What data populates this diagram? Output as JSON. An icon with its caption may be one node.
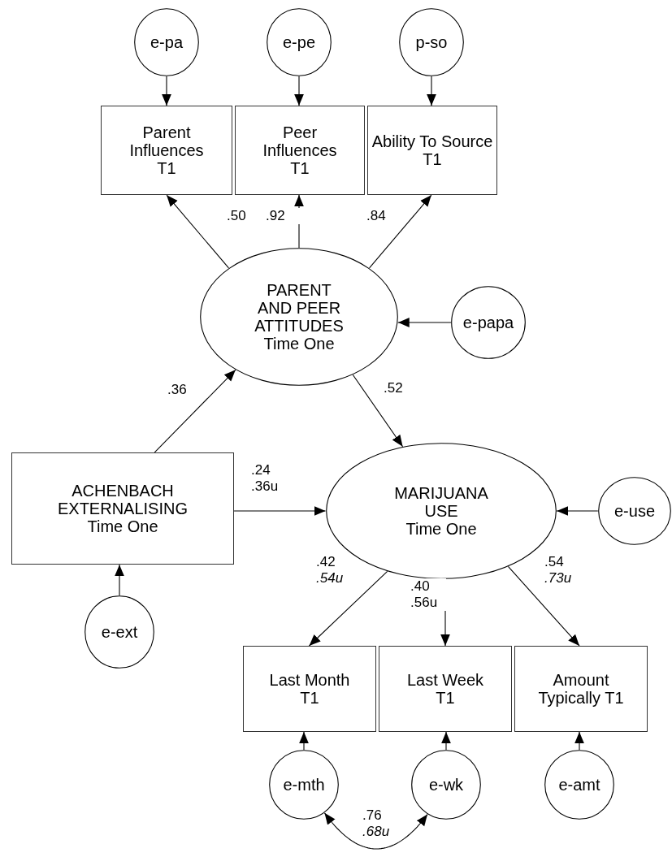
{
  "diagram": {
    "nodes": [
      {
        "text": [
          "e-pa"
        ]
      },
      {
        "text": [
          "e-pe"
        ]
      },
      {
        "text": [
          "p-so"
        ]
      },
      {
        "text": [
          "Parent Influences T1"
        ]
      },
      {
        "text": [
          "Peer Influences T1"
        ]
      },
      {
        "text": [
          "Ability To Source T1"
        ]
      },
      {
        "text": [
          "PARENT AND PEER ATTITUDES",
          "Time One"
        ]
      },
      {
        "text": [
          "e-papa"
        ]
      },
      {
        "text": [
          "ACHENBACH EXTERNALISING",
          "Time One"
        ]
      },
      {
        "text": [
          "MARIJUANA USE",
          "Time One"
        ]
      },
      {
        "text": [
          "e-use"
        ]
      },
      {
        "text": [
          "Last Month T1"
        ]
      },
      {
        "text": [
          "Last Week T1"
        ]
      },
      {
        "text": [
          "Amount Typically T1"
        ]
      },
      {
        "text": [
          "e-ext"
        ]
      },
      {
        "text": [
          "e-mth"
        ]
      },
      {
        "text": [
          "e-wk"
        ]
      },
      {
        "text": [
          "e-amt"
        ]
      }
    ],
    "edges": [
      {
        "from": 0,
        "to": 3,
        "arrow": "to"
      },
      {
        "from": 1,
        "to": 4,
        "arrow": "to"
      },
      {
        "from": 2,
        "to": 5,
        "arrow": "to"
      },
      {
        "from": 6,
        "to": 3,
        "arrow": "to",
        "label": ".50"
      },
      {
        "from": 6,
        "to": 4,
        "arrow": "to",
        "label": ".92"
      },
      {
        "from": 6,
        "to": 5,
        "arrow": "to",
        "label": ".84"
      },
      {
        "from": 7,
        "to": 6,
        "arrow": "to"
      },
      {
        "from": 8,
        "to": 6,
        "arrow": "to",
        "label": ".36"
      },
      {
        "from": 6,
        "to": 9,
        "arrow": "to",
        "label": ".52"
      },
      {
        "from": 8,
        "to": 9,
        "arrow": "to",
        "label": ".24 .36u"
      },
      {
        "from": 10,
        "to": 9,
        "arrow": "to"
      },
      {
        "from": 9,
        "to": 11,
        "arrow": "to",
        "label": ".42 *.54u*"
      },
      {
        "from": 9,
        "to": 12,
        "arrow": "to",
        "label": ".40 .56u"
      },
      {
        "from": 9,
        "to": 13,
        "arrow": "to",
        "label": ".54 *.73u*"
      },
      {
        "from": 14,
        "to": 8,
        "arrow": "to"
      },
      {
        "from": 15,
        "to": 11,
        "arrow": "to"
      },
      {
        "from": 16,
        "to": 12,
        "arrow": "to"
      },
      {
        "from": 17,
        "to": 13,
        "arrow": "to"
      },
      {
        "from": 15,
        "to": 16,
        "arrow": "both",
        "label": ".76 *.68u*"
      }
    ]
  }
}
